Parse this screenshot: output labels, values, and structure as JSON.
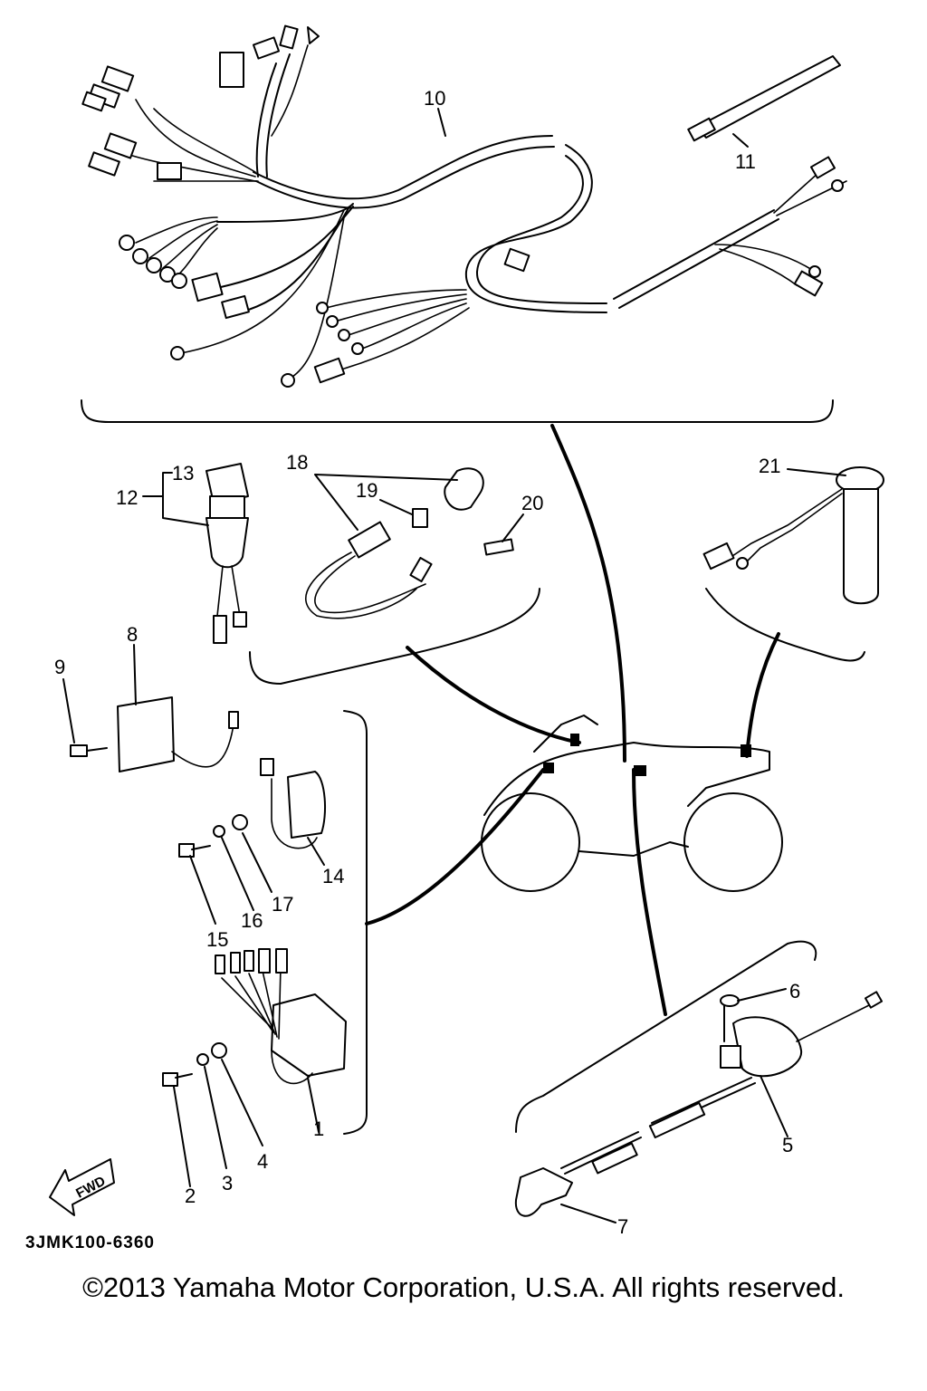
{
  "parts": [
    {
      "label": "1"
    },
    {
      "label": "2"
    },
    {
      "label": "3"
    },
    {
      "label": "4"
    },
    {
      "label": "5"
    },
    {
      "label": "6"
    },
    {
      "label": "7"
    },
    {
      "label": "8"
    },
    {
      "label": "9"
    },
    {
      "label": "10"
    },
    {
      "label": "11"
    },
    {
      "label": "12"
    },
    {
      "label": "13"
    },
    {
      "label": "14"
    },
    {
      "label": "15"
    },
    {
      "label": "16"
    },
    {
      "label": "17"
    },
    {
      "label": "18"
    },
    {
      "label": "19"
    },
    {
      "label": "20"
    },
    {
      "label": "21"
    }
  ],
  "fwd_label": "FWD",
  "diagram_code": "3JMK100-6360",
  "copyright": "©2013 Yamaha Motor Corporation, U.S.A. All rights reserved."
}
